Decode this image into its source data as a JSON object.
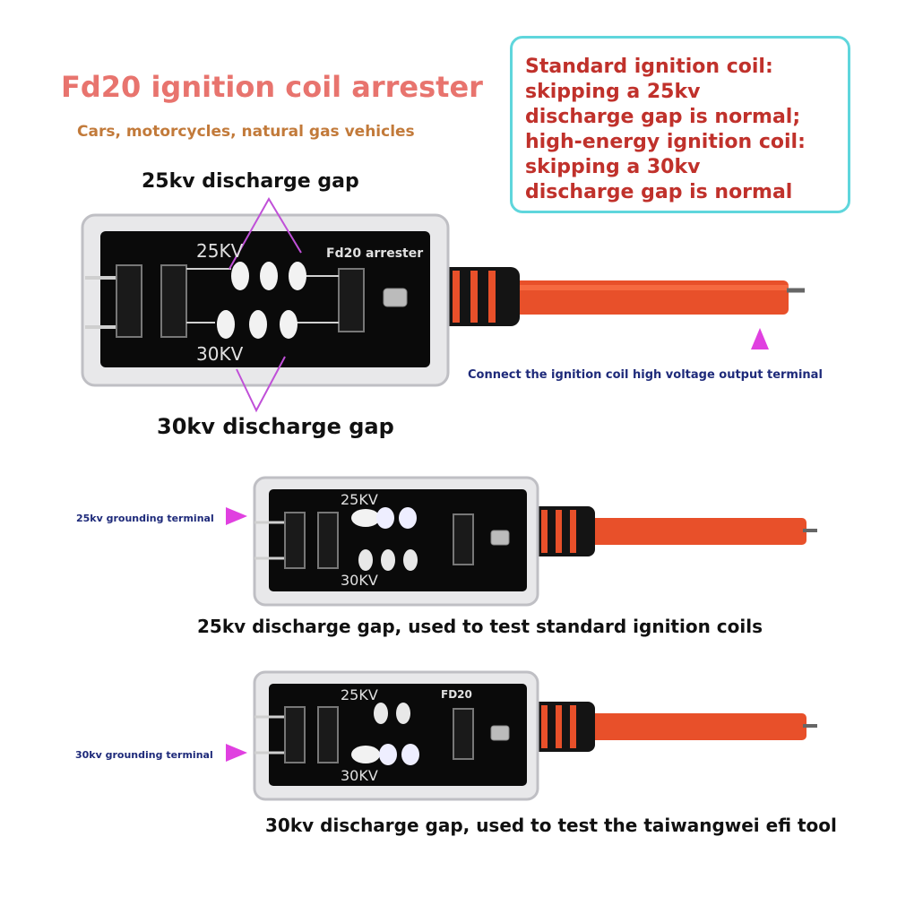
{
  "title": "Fd20 ignition coil arrester",
  "subtitle": "Cars, motorcycles, natural gas vehicles",
  "callout": {
    "lines": [
      "Standard ignition coil:",
      "skipping a 25kv",
      "discharge gap is normal;",
      "high-energy ignition coil:",
      "skipping a 30kv",
      "discharge gap is normal"
    ]
  },
  "top_device": {
    "gap_top_label": "25kv discharge gap",
    "gap_bottom_label": "30kv discharge gap",
    "board_label_25": "25KV",
    "board_label_30": "30KV",
    "board_brand": "Fd20 arrester",
    "connect_label": "Connect the ignition coil high voltage output terminal"
  },
  "middle_device": {
    "grounding_label": "25kv grounding terminal",
    "board_label_25": "25KV",
    "board_label_30": "30KV",
    "caption": "25kv discharge gap, used to test standard ignition coils"
  },
  "bottom_device": {
    "grounding_label": "30kv grounding terminal",
    "board_label_25": "25KV",
    "board_label_30": "30KV",
    "board_brand": "FD20",
    "caption": "30kv discharge gap, used to test the taiwangwei efi tool"
  },
  "colors": {
    "title": "#e8746e",
    "subtitle": "#c27a3a",
    "callout_text": "#c0312b",
    "callout_border": "#5fd6dc",
    "arrow_magenta": "#e040e0",
    "wire": "#e8502a",
    "board": "#0a0a0a",
    "label_blue": "#1e2a7a"
  }
}
